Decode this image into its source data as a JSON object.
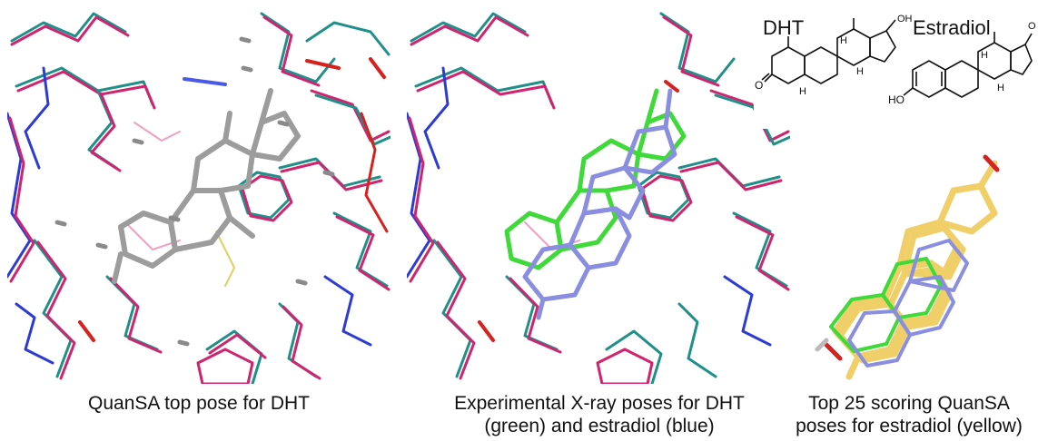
{
  "captions": {
    "left": "QuanSA top pose for DHT",
    "middle_line1": "Experimental X-ray poses for DHT",
    "middle_line2": "(green) and estradiol (blue)",
    "right_line1": "Top 25 scoring QuanSA",
    "right_line2": "poses for estradiol (yellow)"
  },
  "structures": {
    "dht_name": "DHT",
    "estradiol_name": "Estradiol",
    "oh": "OH",
    "ho": "HO",
    "o": "O",
    "h": "H"
  },
  "colors": {
    "protein_teal": "#1f8f8a",
    "protein_magenta": "#d0246e",
    "nitrogen_blue": "#2d3bd6",
    "oxygen_red": "#d6221e",
    "ligand_gray": "#9c9c9c",
    "dht_green": "#3fd93a",
    "estradiol_blue": "#8a8ee0",
    "quansa_yellow": "#f0cf68"
  }
}
